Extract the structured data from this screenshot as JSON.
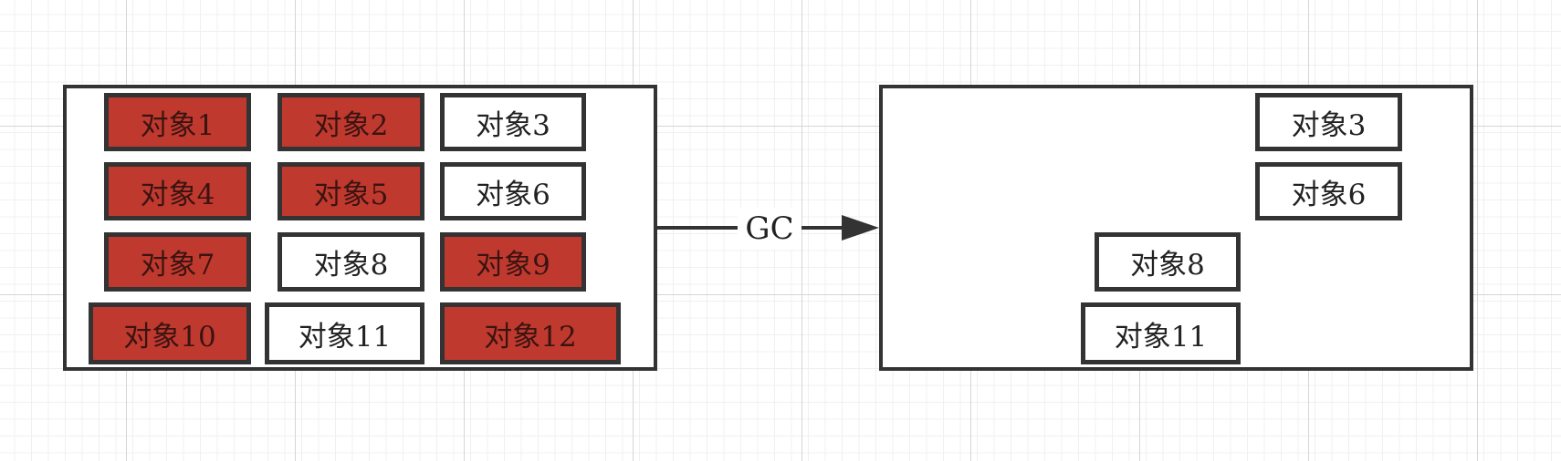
{
  "colors": {
    "garbage_fill": "#c0392f",
    "live_fill": "#ffffff",
    "border": "#333333"
  },
  "before": {
    "objects": [
      {
        "label": "对象1",
        "garbage": true
      },
      {
        "label": "对象2",
        "garbage": true
      },
      {
        "label": "对象3",
        "garbage": false
      },
      {
        "label": "对象4",
        "garbage": true
      },
      {
        "label": "对象5",
        "garbage": true
      },
      {
        "label": "对象6",
        "garbage": false
      },
      {
        "label": "对象7",
        "garbage": true
      },
      {
        "label": "对象8",
        "garbage": false
      },
      {
        "label": "对象9",
        "garbage": true
      },
      {
        "label": "对象10",
        "garbage": true
      },
      {
        "label": "对象11",
        "garbage": false
      },
      {
        "label": "对象12",
        "garbage": true
      }
    ]
  },
  "arrow": {
    "label": "GC"
  },
  "after": {
    "objects": [
      {
        "label": "对象3"
      },
      {
        "label": "对象6"
      },
      {
        "label": "对象8"
      },
      {
        "label": "对象11"
      }
    ]
  }
}
